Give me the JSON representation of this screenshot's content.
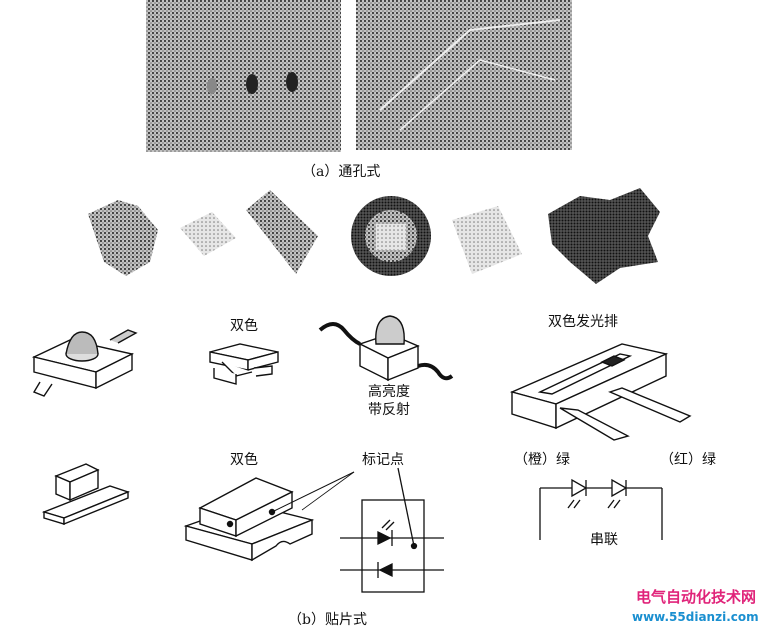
{
  "captions": {
    "a": "（a）通孔式",
    "b": "（b）贴片式"
  },
  "labels": {
    "bicolor_top": "双色",
    "high_brightness_line1": "高亮度",
    "high_brightness_line2": "带反射",
    "bicolor_bar": "双色发光排",
    "bicolor_bottom": "双色",
    "marker_dot": "标记点",
    "orange_green": "（橙）绿",
    "red_green": "（红）绿",
    "series": "串联"
  },
  "watermark": {
    "title": "电气自动化技术网",
    "url": "www.55dianzi.com",
    "title_color": "#e0247a",
    "url_color": "#1a8fd0"
  }
}
